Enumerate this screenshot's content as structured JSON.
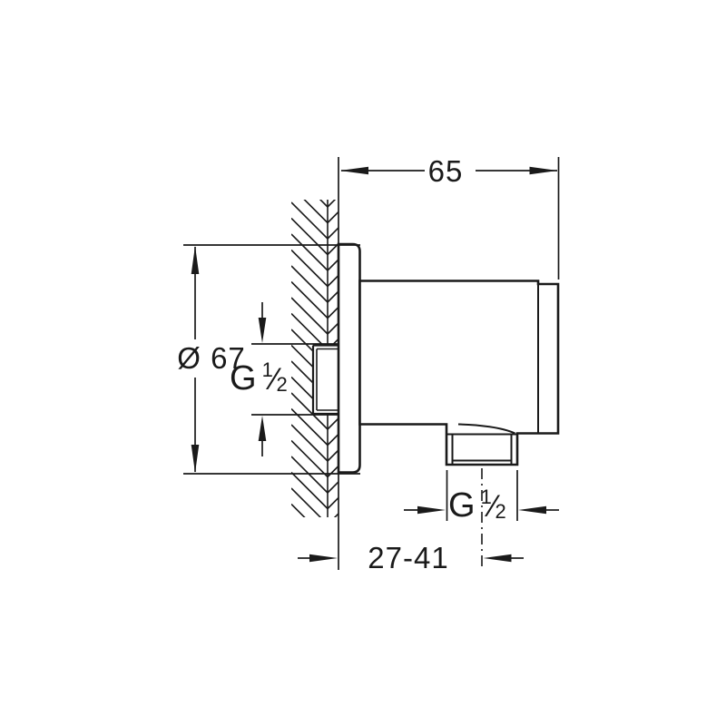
{
  "colors": {
    "background": "#ffffff",
    "line": "#1a1a1a"
  },
  "labels": {
    "body_length": "65",
    "flange_diameter": "Ø 67",
    "inlet_thread": {
      "base": "G",
      "sup": "1",
      "slash": "⁄",
      "sub": "2"
    },
    "outlet_thread": {
      "base": "G",
      "sup": "1",
      "slash": "⁄",
      "sub": "2"
    },
    "wall_distance_range": "27-41"
  }
}
